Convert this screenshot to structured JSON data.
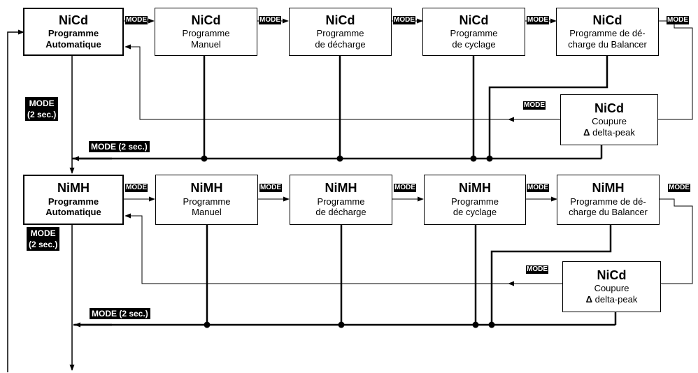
{
  "mode_tag": "MODE",
  "long_press": "MODE (2 sec.)",
  "long_press_side": [
    "MODE",
    "(2 sec.)"
  ],
  "delta_symbol": "Δ",
  "rows": [
    {
      "boxes": [
        {
          "head": "NiCd",
          "lines": [
            "Programme",
            "Automatique"
          ]
        },
        {
          "head": "NiCd",
          "lines": [
            "Programme",
            "Manuel"
          ]
        },
        {
          "head": "NiCd",
          "lines": [
            "Programme",
            "de décharge"
          ]
        },
        {
          "head": "NiCd",
          "lines": [
            "Programme",
            "de cyclage"
          ]
        },
        {
          "head": "NiCd",
          "lines": [
            "Programme de dé-",
            "charge du Balancer"
          ]
        }
      ],
      "cutoff": {
        "head": "NiCd",
        "lines": [
          "Coupure",
          "delta-peak"
        ]
      }
    },
    {
      "boxes": [
        {
          "head": "NiMH",
          "lines": [
            "Programme",
            "Automatique"
          ]
        },
        {
          "head": "NiMH",
          "lines": [
            "Programme",
            "Manuel"
          ]
        },
        {
          "head": "NiMH",
          "lines": [
            "Programme",
            "de décharge"
          ]
        },
        {
          "head": "NiMH",
          "lines": [
            "Programme",
            "de cyclage"
          ]
        },
        {
          "head": "NiMH",
          "lines": [
            "Programme de dé-",
            "charge du Balancer"
          ]
        }
      ],
      "cutoff": {
        "head": "NiCd",
        "lines": [
          "Coupure",
          "delta-peak"
        ]
      }
    }
  ]
}
